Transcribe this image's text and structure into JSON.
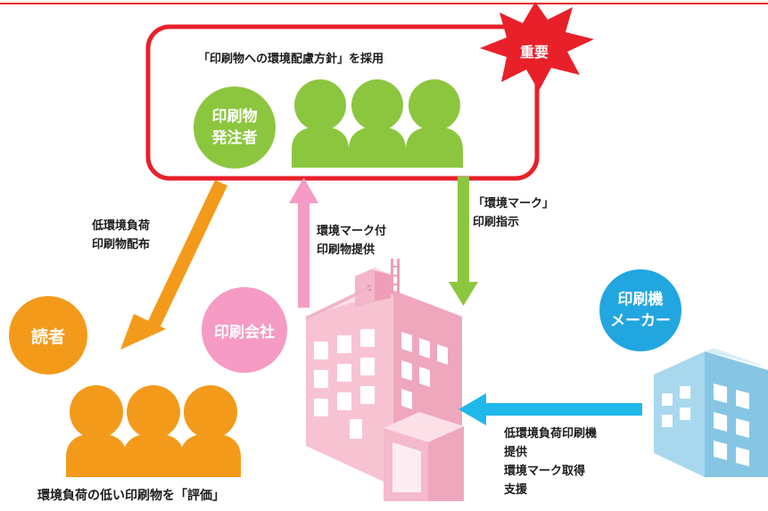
{
  "policy_box": {
    "title": "「印刷物への環境配慮方針」を採用",
    "badge": "重要"
  },
  "roles": {
    "buyer_line1": "印刷物",
    "buyer_line2": "発注者",
    "reader": "読者",
    "printer": "印刷会社",
    "maker_line1": "印刷機",
    "maker_line2": "メーカー"
  },
  "flows": {
    "distribution_line1": "低環境負荷",
    "distribution_line2": "印刷物配布",
    "supply_line1": "環境マーク付",
    "supply_line2": "印刷物提供",
    "instruction_line1": "「環境マーク」",
    "instruction_line2": "印刷指示",
    "support_line1": "低環境負荷印刷機",
    "support_line2": "提供",
    "support_line3": "環境マーク取得",
    "support_line4": "支援"
  },
  "reader_caption": "環境負荷の低い印刷物を「評価」",
  "colors": {
    "accent_red": "#e8202a",
    "buyer_green": "#8cc63f",
    "reader_orange": "#f39a1a",
    "printer_pink": "#f59bc4",
    "maker_blue": "#22a6e0",
    "building_pink": "#f7c3d2",
    "building_blue": "#a9d8ee"
  }
}
